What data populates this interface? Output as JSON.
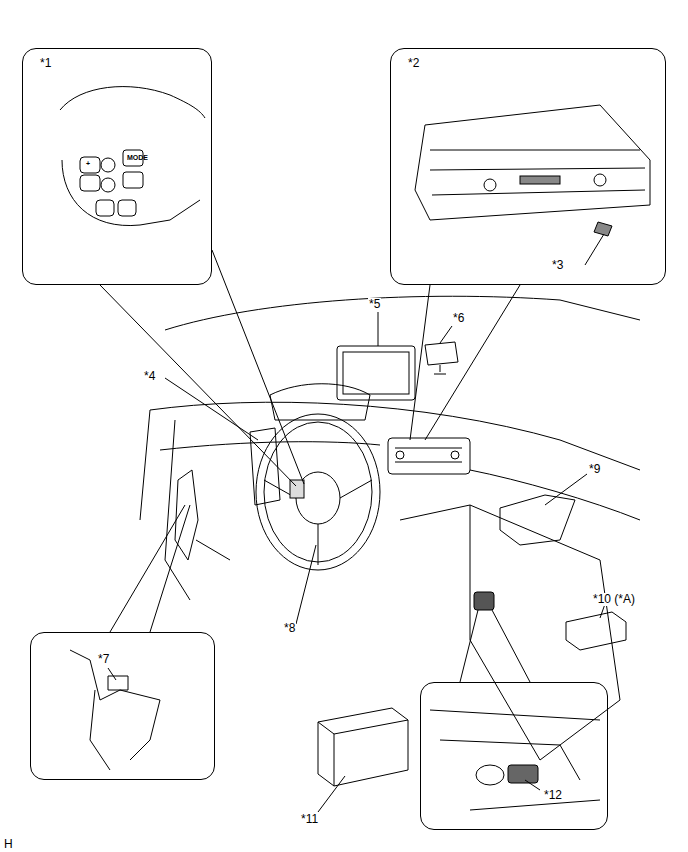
{
  "diagram": {
    "nodes": [
      {
        "text": [
          "*1",
          "+",
          "MODE"
        ]
      },
      {
        "text": [
          "*2",
          "*3"
        ]
      },
      {
        "text": [
          "*7"
        ]
      },
      {
        "text": [
          "*12"
        ]
      }
    ],
    "edges": [],
    "labels": [
      "*4",
      "*5",
      "*6",
      "*8",
      "*9",
      "*10 (*A)",
      "*11",
      "H"
    ]
  }
}
